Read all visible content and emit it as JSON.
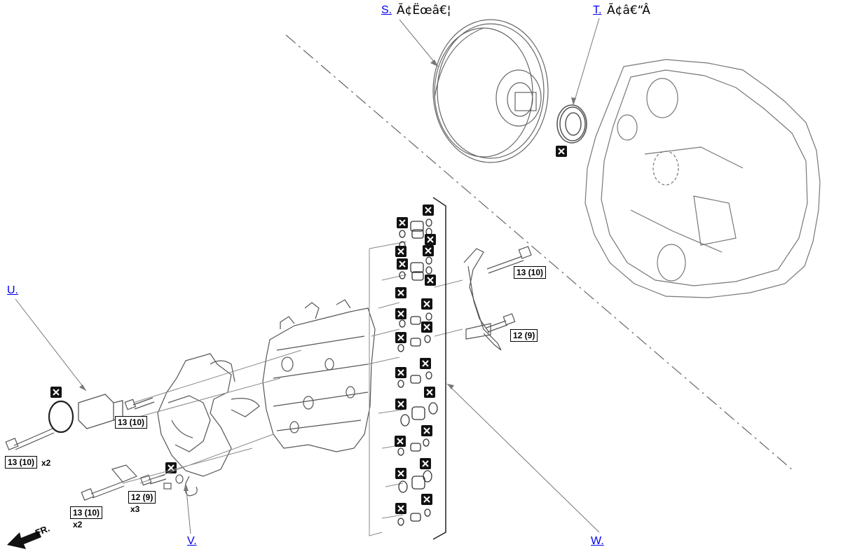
{
  "callouts": {
    "S": {
      "label": "S.",
      "text": "Ã¢Ëœâ€¦"
    },
    "T": {
      "label": "T.",
      "text": "Ã¢â€“Â"
    },
    "U": {
      "label": "U."
    },
    "V": {
      "label": "V."
    },
    "W": {
      "label": "W."
    }
  },
  "torques": {
    "t1": "13 (10)",
    "t2": "12 (9)",
    "t3": "13 (10)",
    "t4": "13 (10)",
    "t5": "12 (9)",
    "t6": "13 (10)"
  },
  "quantities": {
    "q1": "x2",
    "q2": "x3",
    "q3": "x2"
  },
  "direction": {
    "label": "FR."
  },
  "icons": {
    "replace_part": "replace-part-icon",
    "front_arrow": "front-arrow-icon"
  },
  "colors": {
    "line_art": "#555555",
    "link": "#0000ee"
  }
}
